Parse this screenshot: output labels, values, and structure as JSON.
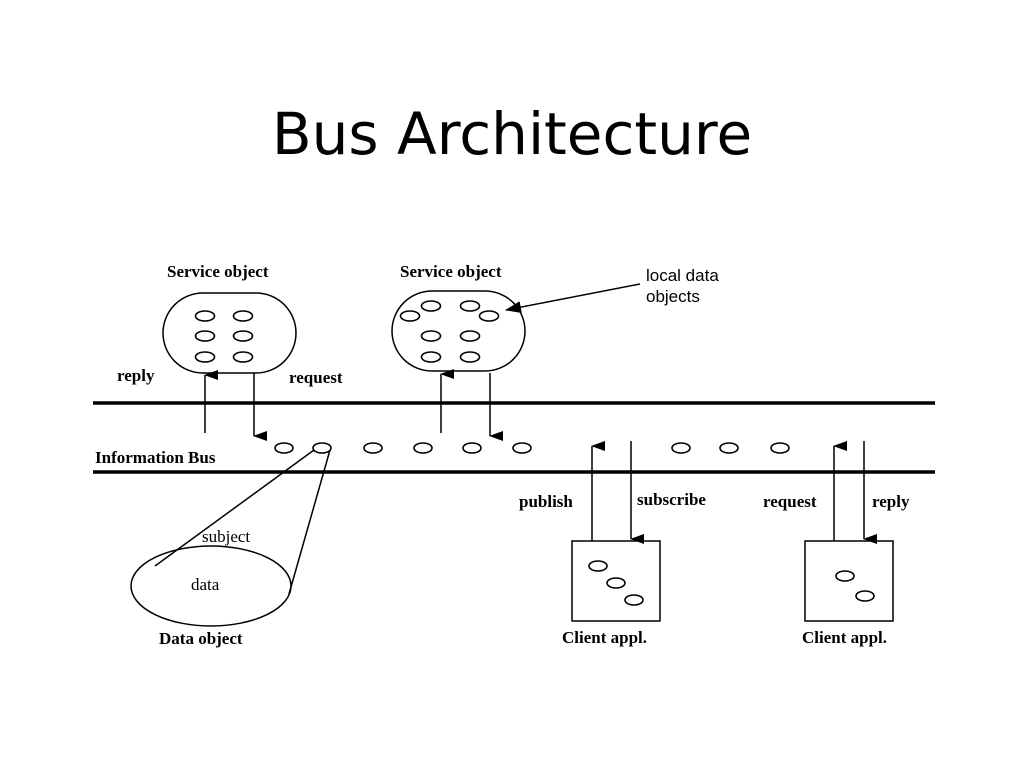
{
  "title": "Bus Architecture",
  "labels": {
    "service_object_1": "Service object",
    "service_object_2": "Service object",
    "local_data_line1": "local data",
    "local_data_line2": "objects",
    "reply_left": "reply",
    "request_left": "request",
    "information_bus": "Information Bus",
    "subject": "subject",
    "data": "data",
    "data_object": "Data object",
    "publish": "publish",
    "subscribe": "subscribe",
    "request_right": "request",
    "reply_right": "reply",
    "client_appl_1": "Client appl.",
    "client_appl_2": "Client appl."
  }
}
